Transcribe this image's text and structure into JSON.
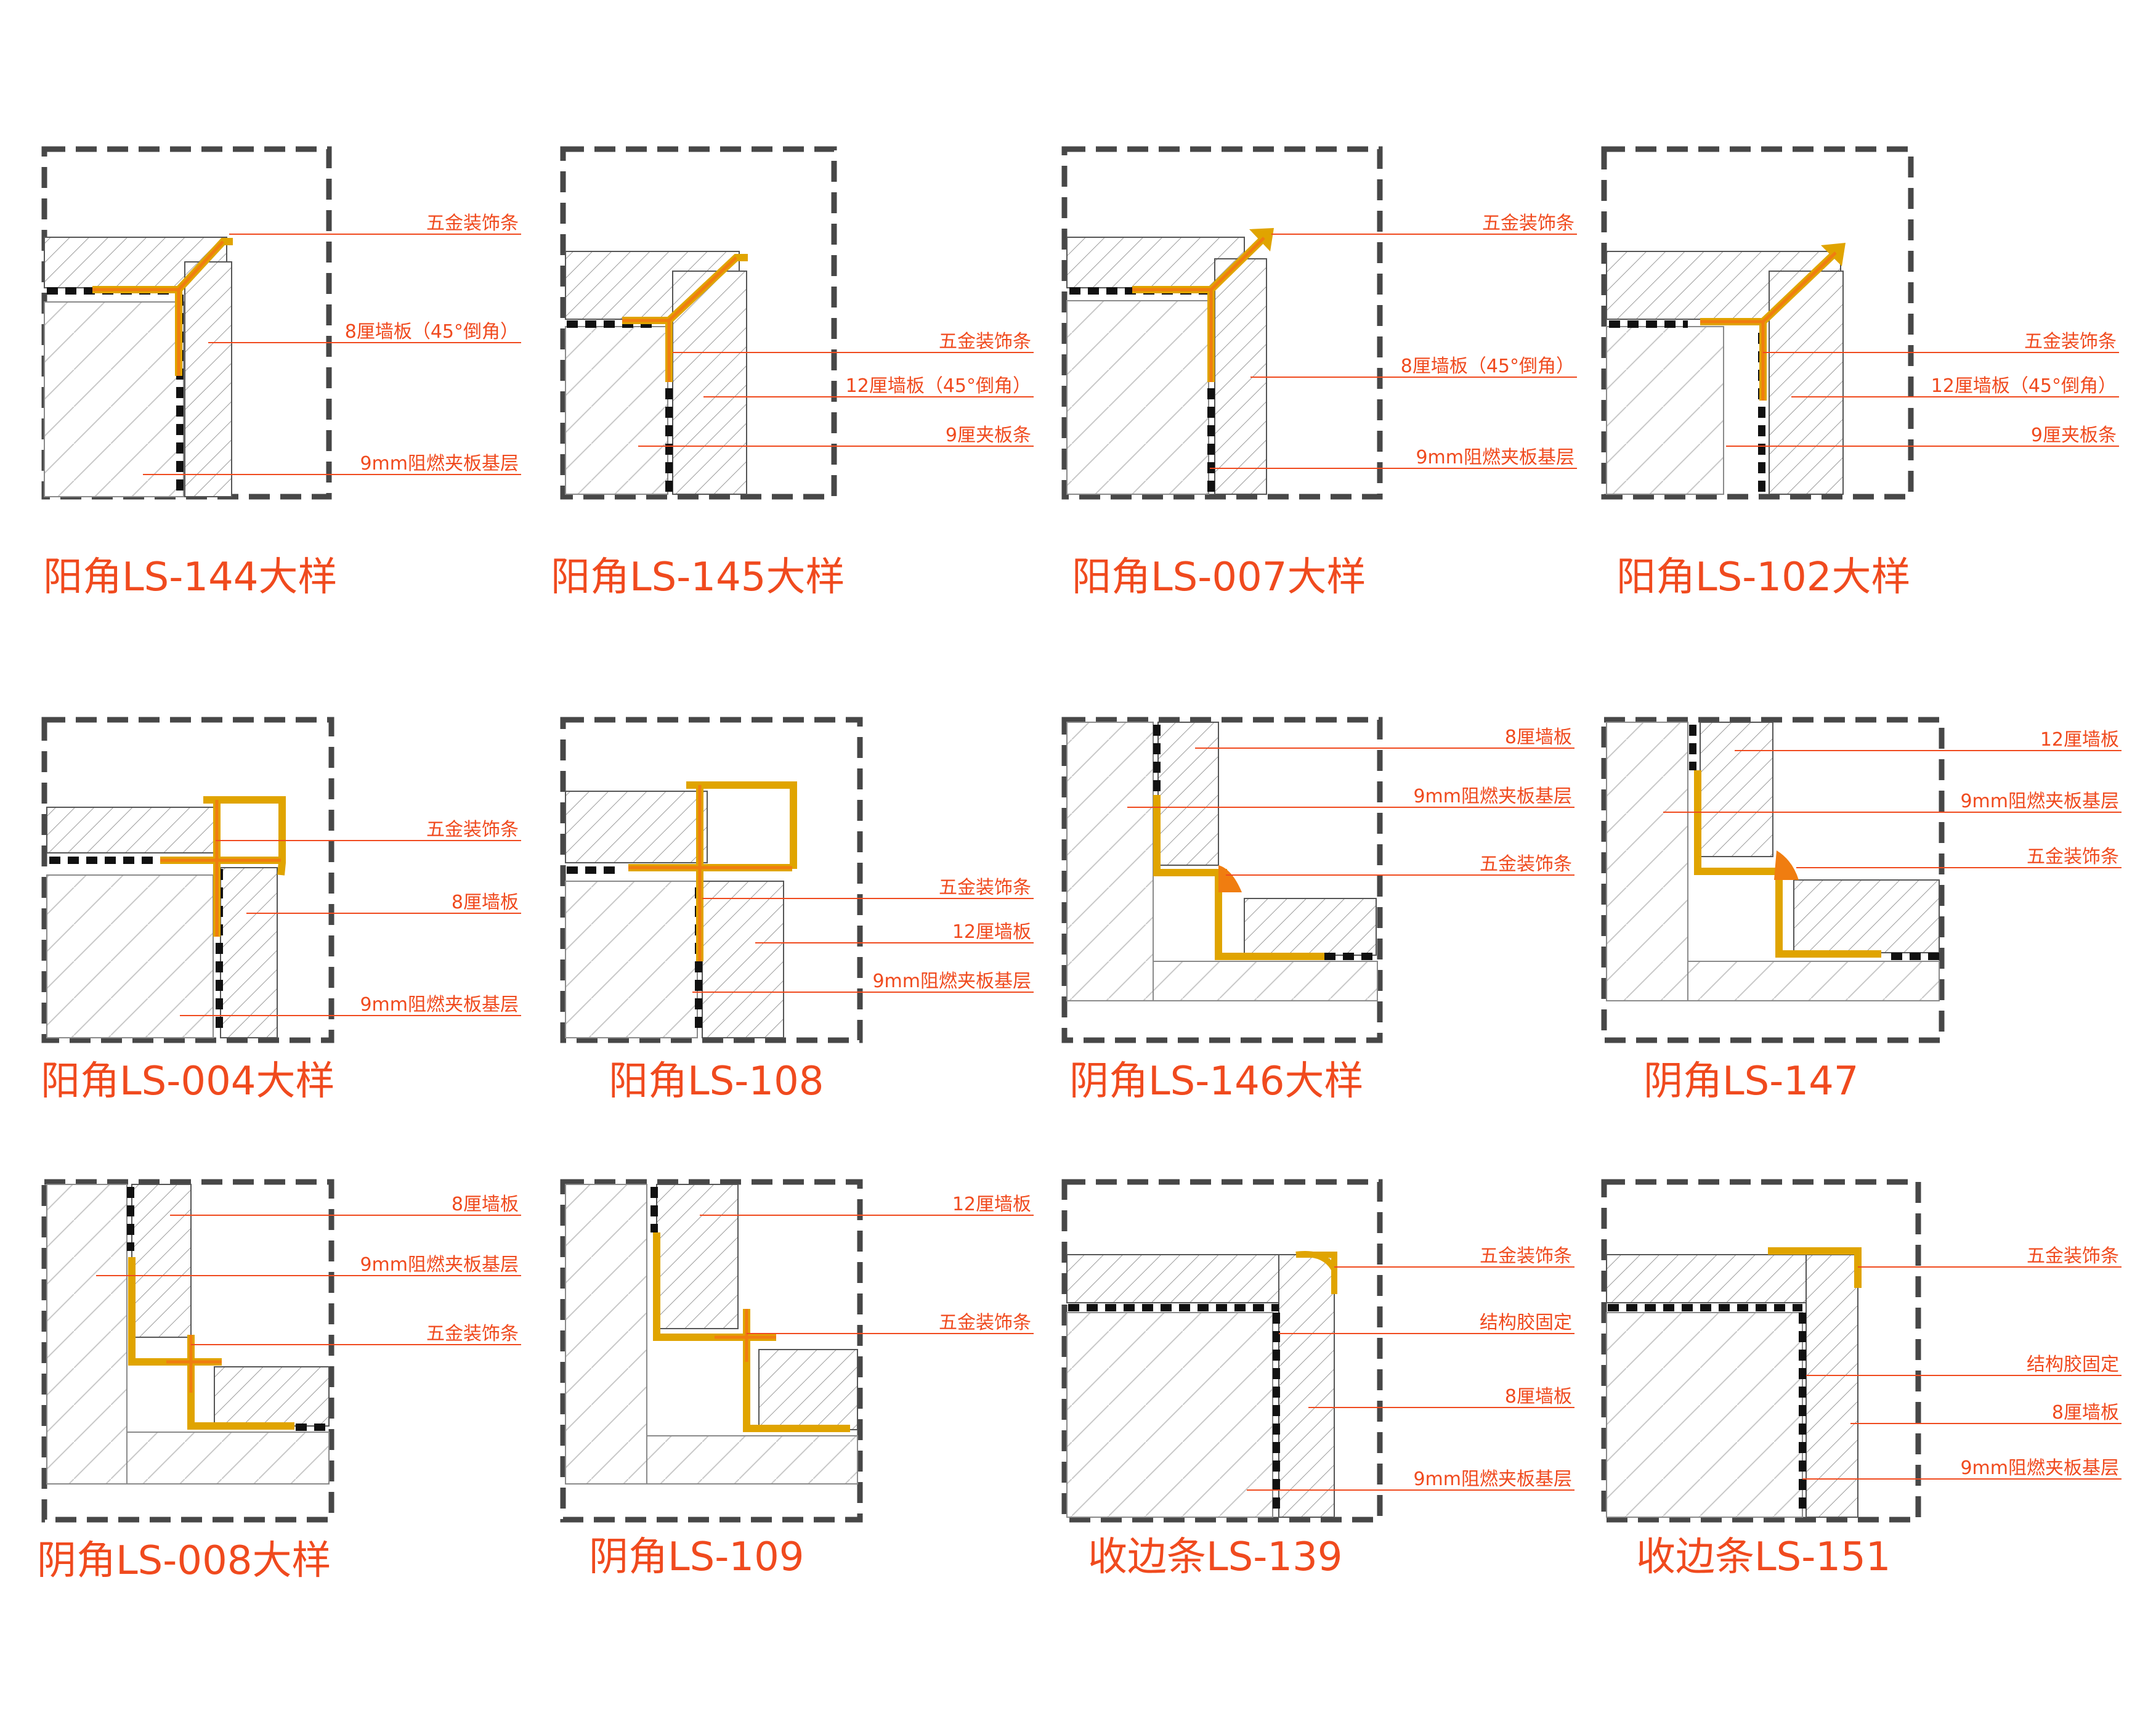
{
  "colors": {
    "accent": "#f04a1e",
    "metal_outer": "#e0a400",
    "metal_inner": "#f07d10",
    "frame": "#474747"
  },
  "panels": [
    {
      "title": "阳角LS-144大样",
      "labels": [
        "五金装饰条",
        "8厘墙板（45°倒角）",
        "9mm阻燃夹板基层"
      ]
    },
    {
      "title": "阳角LS-145大样",
      "labels": [
        "五金装饰条",
        "12厘墙板（45°倒角）",
        "9厘夹板条"
      ]
    },
    {
      "title": "阳角LS-007大样",
      "labels": [
        "五金装饰条",
        "8厘墙板（45°倒角）",
        "9mm阻燃夹板基层"
      ]
    },
    {
      "title": "阳角LS-102大样",
      "labels": [
        "五金装饰条",
        "12厘墙板（45°倒角）",
        "9厘夹板条"
      ]
    },
    {
      "title": "阳角LS-004大样",
      "labels": [
        "五金装饰条",
        "8厘墙板",
        "9mm阻燃夹板基层"
      ]
    },
    {
      "title": "阳角LS-108",
      "labels": [
        "五金装饰条",
        "12厘墙板",
        "9mm阻燃夹板基层"
      ]
    },
    {
      "title": "阴角LS-146大样",
      "labels": [
        "8厘墙板",
        "9mm阻燃夹板基层",
        "五金装饰条"
      ]
    },
    {
      "title": "阴角LS-147",
      "labels": [
        "12厘墙板",
        "9mm阻燃夹板基层",
        "五金装饰条"
      ]
    },
    {
      "title": "阴角LS-008大样",
      "labels": [
        "8厘墙板",
        "9mm阻燃夹板基层",
        "五金装饰条"
      ]
    },
    {
      "title": "阴角LS-109",
      "labels": [
        "12厘墙板",
        "五金装饰条"
      ]
    },
    {
      "title": "收边条LS-139",
      "labels": [
        "五金装饰条",
        "结构胶固定",
        "8厘墙板",
        "9mm阻燃夹板基层"
      ]
    },
    {
      "title": "收边条LS-151",
      "labels": [
        "五金装饰条",
        "结构胶固定",
        "8厘墙板",
        "9mm阻燃夹板基层"
      ]
    }
  ]
}
